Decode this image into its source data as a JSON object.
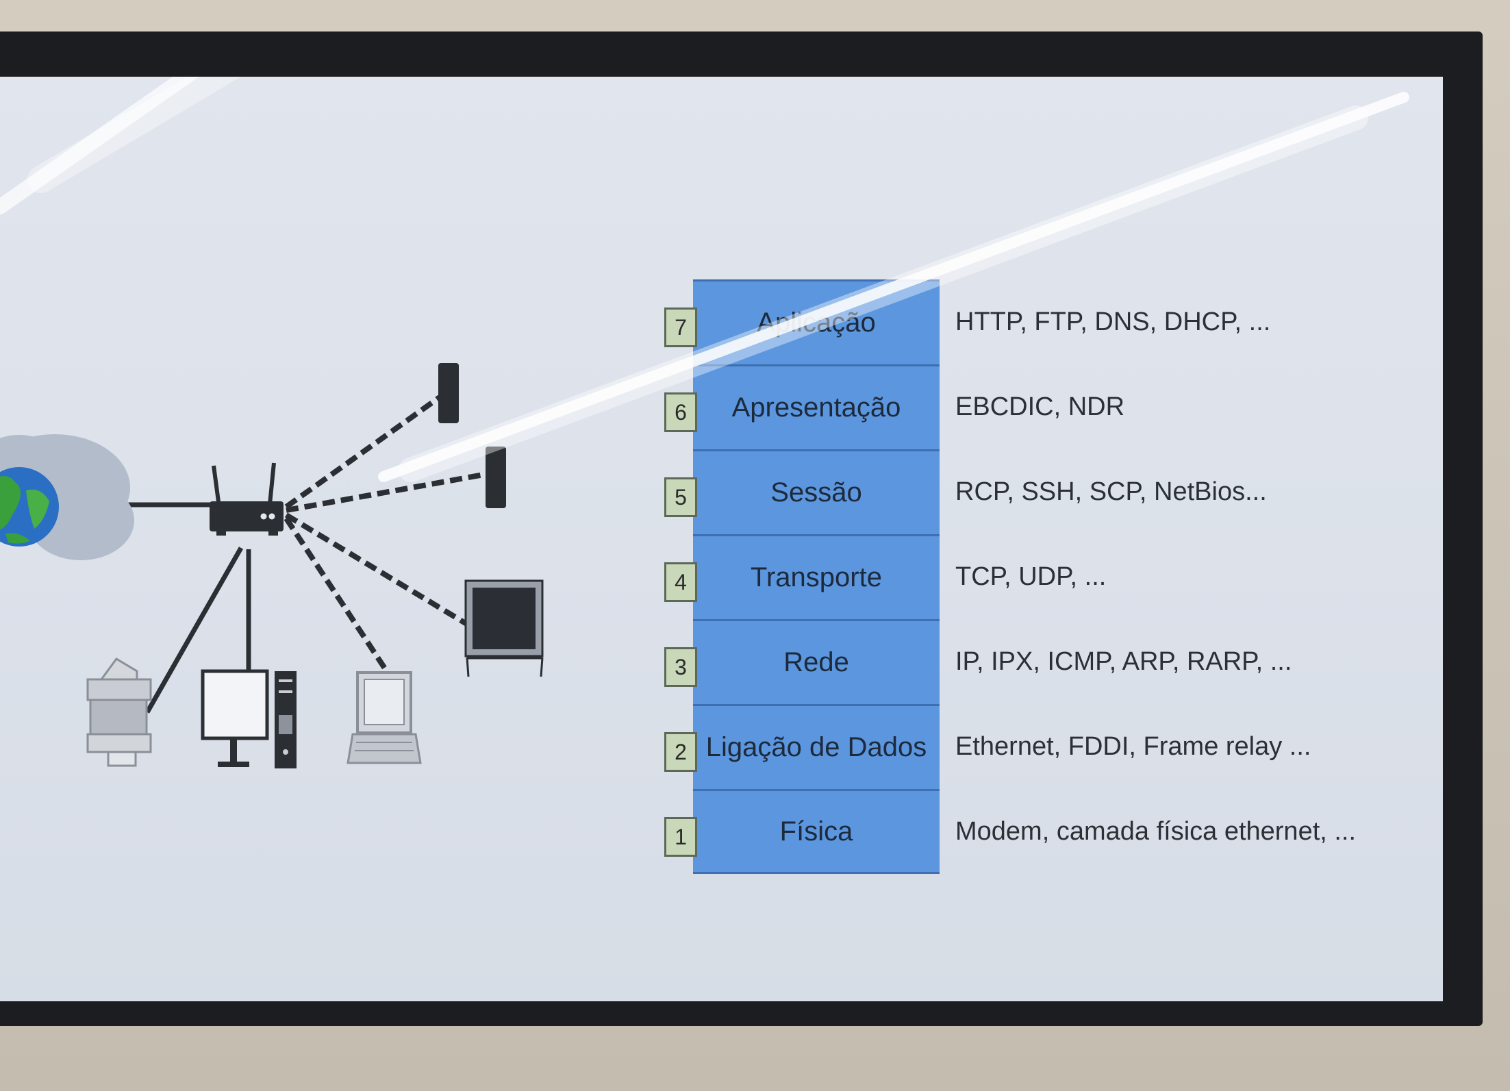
{
  "osi_model": {
    "layers": [
      {
        "number": "7",
        "name": "Aplicação",
        "protocols": "HTTP, FTP, DNS, DHCP, ..."
      },
      {
        "number": "6",
        "name": "Apresentação",
        "protocols": "EBCDIC, NDR"
      },
      {
        "number": "5",
        "name": "Sessão",
        "protocols": "RCP, SSH, SCP, NetBios..."
      },
      {
        "number": "4",
        "name": "Transporte",
        "protocols": "TCP, UDP, ..."
      },
      {
        "number": "3",
        "name": "Rede",
        "protocols": "IP, IPX, ICMP, ARP, RARP, ..."
      },
      {
        "number": "2",
        "name": "Ligação de Dados",
        "protocols": "Ethernet, FDDI, Frame relay ..."
      },
      {
        "number": "1",
        "name": "Física",
        "protocols": "Modem, camada física ethernet, ..."
      }
    ]
  },
  "network_diagram": {
    "icons": [
      "globe-cloud-icon",
      "router-icon",
      "printer-icon",
      "desktop-computer-icon",
      "laptop-icon",
      "tablet-icon",
      "phone-icon",
      "phone-icon"
    ]
  },
  "colors": {
    "layer_fill": "#5b96de",
    "layer_border": "#3d6fb2",
    "number_box": "#c9d8b8",
    "screen": "#dde2eb",
    "bezel": "#1c1d20"
  }
}
